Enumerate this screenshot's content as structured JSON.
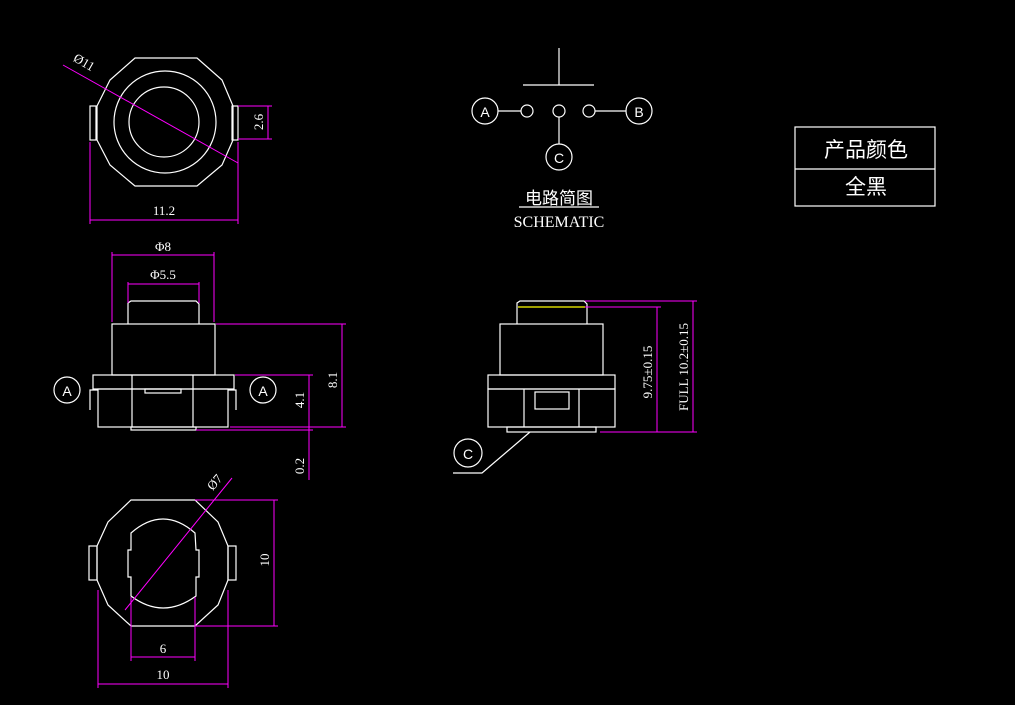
{
  "colors": {
    "background": "#000000",
    "outline": "#ffffff",
    "dimension": "#ff00ff",
    "highlight": "#ffff00"
  },
  "top_view": {
    "dia_label": "Ø11",
    "width_label": "11.2",
    "tab_label": "2.6"
  },
  "side_view": {
    "outer_dia_label": "Φ8",
    "cap_dia_label": "Φ5.5",
    "height_label": "8.1",
    "base_label": "4.1",
    "gap_label": "0.2",
    "terminal_left": "A",
    "terminal_right": "A"
  },
  "bottom_view": {
    "dia_label": "Ø7",
    "height_label": "10",
    "inner_width_label": "6",
    "width_label": "10"
  },
  "schematic": {
    "terminals": [
      "A",
      "B",
      "C"
    ],
    "title_cn": "电路简图",
    "title_en": "SCHEMATIC"
  },
  "front_view": {
    "terminal": "C",
    "height_label": "9.75±0.15",
    "full_label": "FULL 10.2±0.15"
  },
  "color_table": {
    "header": "产品颜色",
    "value": "全黑"
  }
}
